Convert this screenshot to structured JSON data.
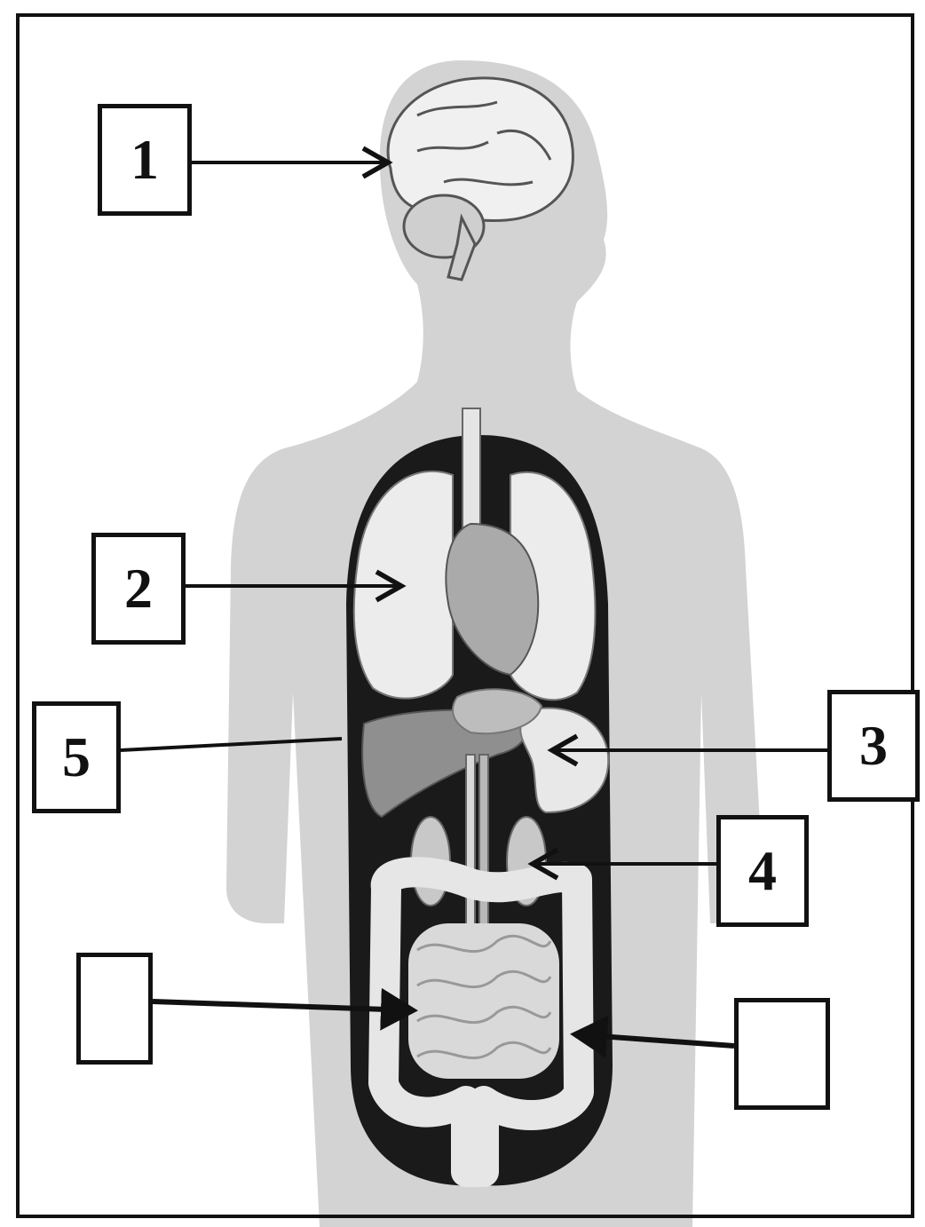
{
  "labels": [
    {
      "id": "1",
      "text": "1"
    },
    {
      "id": "2",
      "text": "2"
    },
    {
      "id": "3",
      "text": "3"
    },
    {
      "id": "4",
      "text": "4"
    },
    {
      "id": "5",
      "text": "5"
    },
    {
      "id": "blank-left",
      "text": ""
    },
    {
      "id": "blank-right",
      "text": ""
    }
  ],
  "colors": {
    "silhouette": "#d3d3d3",
    "cavity": "#1a1a1a",
    "organ_light": "#eeeeee",
    "organ_mid": "#bdbdbd",
    "organ_dark": "#8a8a8a",
    "line": "#111111"
  }
}
